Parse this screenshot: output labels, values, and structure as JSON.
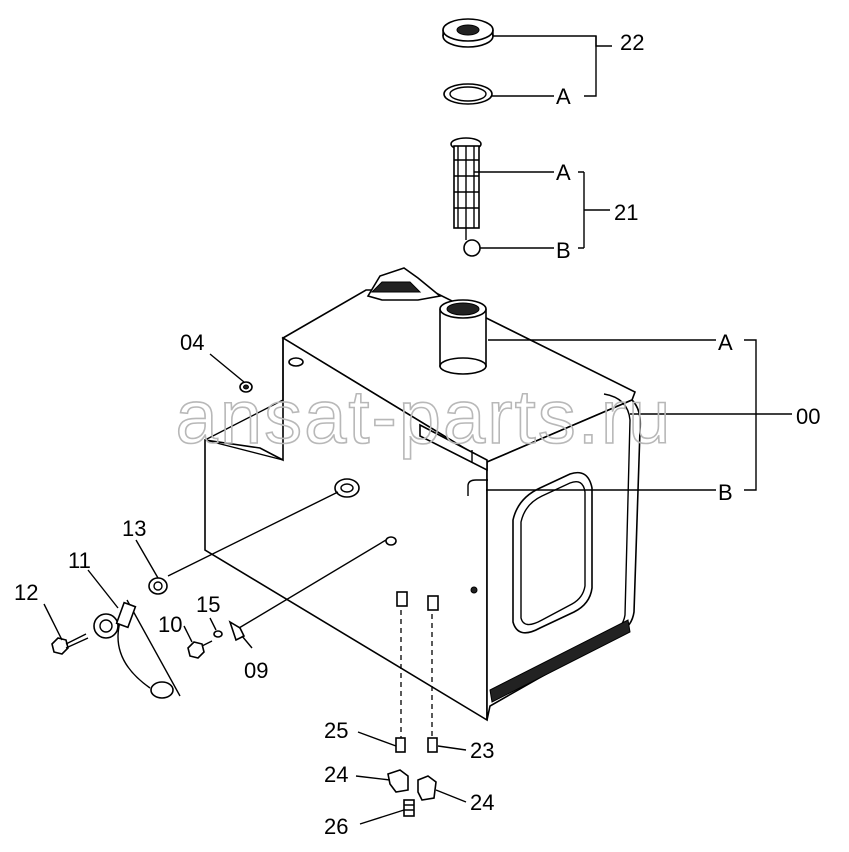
{
  "watermark": "ansat-parts.ru",
  "callouts": {
    "p22": "22",
    "a_top": "A",
    "a_mid": "A",
    "p21": "21",
    "b_mid": "B",
    "p04": "04",
    "a_tank": "A",
    "p00": "00",
    "b_tank": "B",
    "p13": "13",
    "p11": "11",
    "p12": "12",
    "p15": "15",
    "p10": "10",
    "p09": "09",
    "p25": "25",
    "p23": "23",
    "p24_left": "24",
    "p24_right": "24",
    "p26": "26"
  }
}
